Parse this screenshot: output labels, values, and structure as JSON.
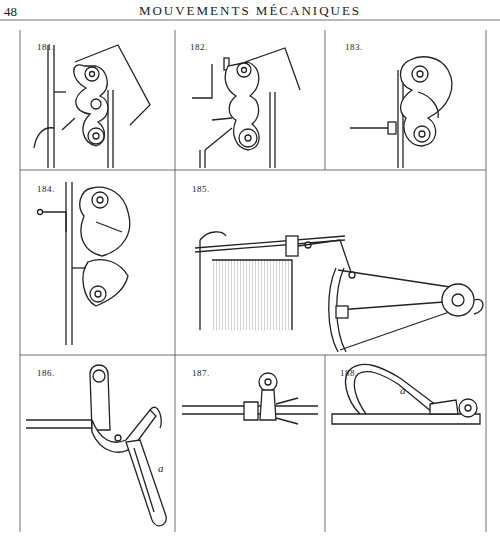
{
  "diagram": {
    "title": "MOUVEMENTS MÉCANIQUES",
    "labels": [
      "48",
      "181.",
      "182.",
      "183.",
      "184.",
      "185.",
      "186.",
      "187.",
      "188.",
      "a",
      "a"
    ]
  }
}
